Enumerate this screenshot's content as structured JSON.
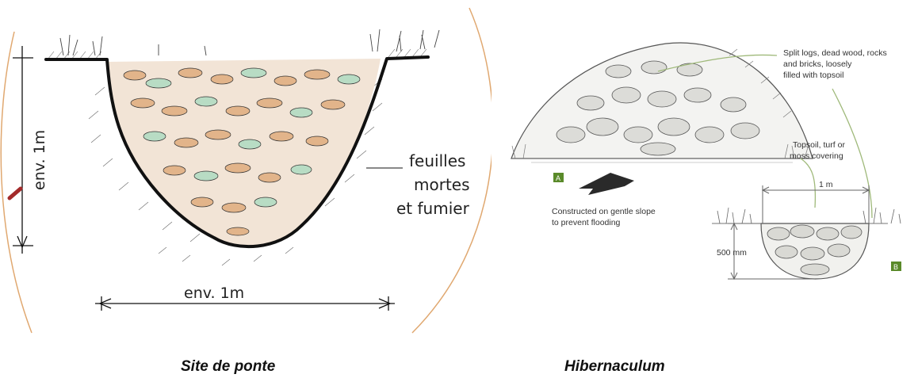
{
  "left": {
    "depth_label": "env. 1m",
    "width_label": "env. 1m",
    "fill_label_lines": [
      "feuilles",
      "mortes",
      "et fumier"
    ],
    "caption": "Site de ponte",
    "colors": {
      "outline": "#111111",
      "stone_beige": "#e2b48a",
      "stone_green": "#b8dcc4",
      "frame": "#e0a870"
    }
  },
  "right": {
    "callout_top": [
      "Split logs, dead wood, rocks",
      "and bricks, loosely",
      "filled with topsoil"
    ],
    "callout_covering": [
      "Topsoil, turf or",
      "moss covering"
    ],
    "marker_a": "A",
    "slope_note": [
      "Constructed on gentle slope",
      "to prevent flooding"
    ],
    "width_label": "1 m",
    "depth_label": "500 mm",
    "marker_b": "B",
    "caption": "Hibernaculum",
    "colors": {
      "marker": "#5a8a2a",
      "line": "#9fb97a"
    }
  }
}
